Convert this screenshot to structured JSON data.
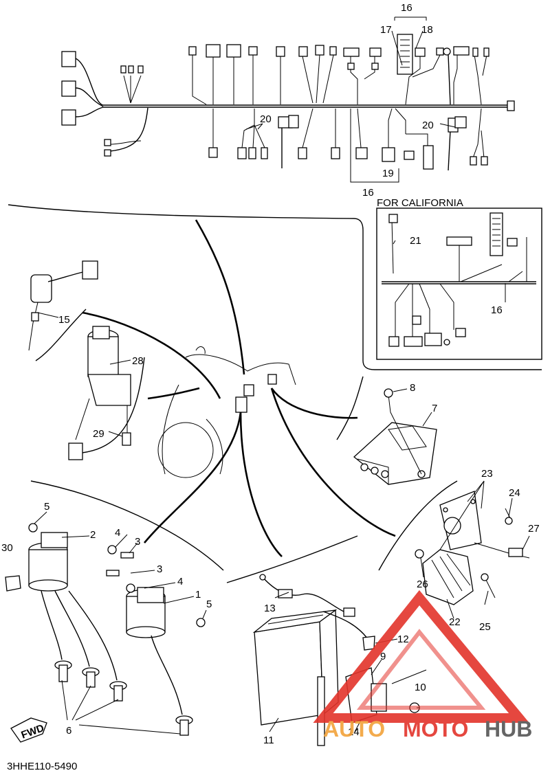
{
  "california_label": "FOR CALIFORNIA",
  "catalog_code": "3HHE110-5490",
  "fwd_label": "FWD",
  "watermark": {
    "text_auto": "AUTO",
    "text_moto": "MOTO",
    "text_hub": "HUB",
    "color_orange": "#f2a23a",
    "color_red": "#e3342b",
    "color_gray": "#555555"
  },
  "callouts": {
    "c1": "1",
    "c2": "2",
    "c3a": "3",
    "c3b": "3",
    "c4a": "4",
    "c4b": "4",
    "c5a": "5",
    "c5b": "5",
    "c6": "6",
    "c7": "7",
    "c8": "8",
    "c9": "9",
    "c10": "10",
    "c11": "11",
    "c12": "12",
    "c13": "13",
    "c14": "14",
    "c15": "15",
    "c16a": "16",
    "c16b": "16",
    "c16c": "16",
    "c17": "17",
    "c18": "18",
    "c19": "19",
    "c20a": "20",
    "c20b": "20",
    "c21": "21",
    "c22": "22",
    "c23": "23",
    "c24": "24",
    "c25": "25",
    "c26": "26",
    "c27": "27",
    "c28": "28",
    "c29": "29",
    "c30": "30"
  }
}
